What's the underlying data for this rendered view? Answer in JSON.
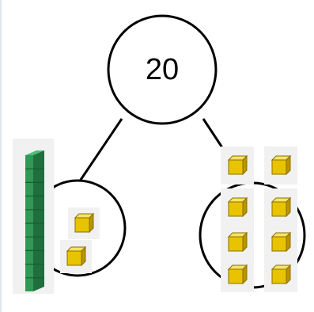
{
  "diagram": {
    "title": "",
    "whole": "20",
    "left_part": {
      "tens_rods": 1,
      "ones_cubes": 2
    },
    "right_part": {
      "tens_rods": 0,
      "ones_cubes": 8
    },
    "colors": {
      "outline": "#000000",
      "rod_fill": "#2e9a55",
      "rod_dark": "#1f6e3b",
      "rod_grid": "#1a5c31",
      "cube_face": "#e8c400",
      "cube_top": "#f6e36a",
      "cube_side": "#b89500",
      "tile_bg": "#f1f1f1"
    }
  }
}
